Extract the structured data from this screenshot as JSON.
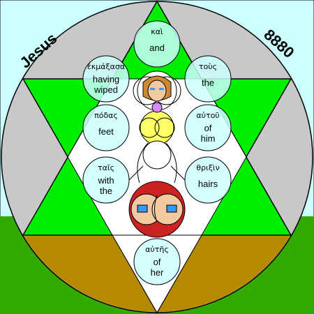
{
  "corner_left": "Jesus",
  "corner_right": "8880",
  "colors": {
    "sky": "#ccffff",
    "grass": "#33aa00",
    "gray_disc": "#c8c8c8",
    "green_star": "#00ee00",
    "brown": "#b58a00",
    "bubble": "#ccffff",
    "accent_red": "#cc2222",
    "accent_yellow": "#ffff66"
  },
  "words": [
    {
      "greek": "καὶ",
      "english": [
        "and"
      ]
    },
    {
      "greek": "ἐκμάξασα",
      "english": [
        "having",
        "wiped"
      ]
    },
    {
      "greek": "τοὺς",
      "english": [
        "the"
      ]
    },
    {
      "greek": "πόδας",
      "english": [
        "feet"
      ]
    },
    {
      "greek": "αὐτοῦ",
      "english": [
        "of",
        "him"
      ]
    },
    {
      "greek": "ταῖς",
      "english": [
        "with",
        "the"
      ]
    },
    {
      "greek": "θριξὶν",
      "english": [
        "hairs"
      ]
    },
    {
      "greek": "αὐτῆς",
      "english": [
        "of",
        "her"
      ]
    }
  ]
}
